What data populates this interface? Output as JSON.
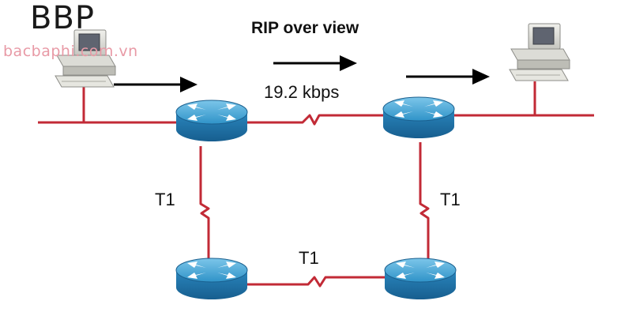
{
  "diagram": {
    "title": "RIP over view",
    "link_speed": "19.2 kbps",
    "link_left": "T1",
    "link_right": "T1",
    "link_bottom": "T1"
  },
  "logo": {
    "brand": "BBP",
    "website": "bacbaphi.com.vn"
  },
  "colors": {
    "link": "#c22a36",
    "router_top": "#3b9fd0",
    "router_body": "#1f6fa4",
    "arrow": "#000000"
  },
  "icons": [
    "computer-icon",
    "router-icon",
    "arrow-right-icon",
    "serial-link-icon"
  ]
}
